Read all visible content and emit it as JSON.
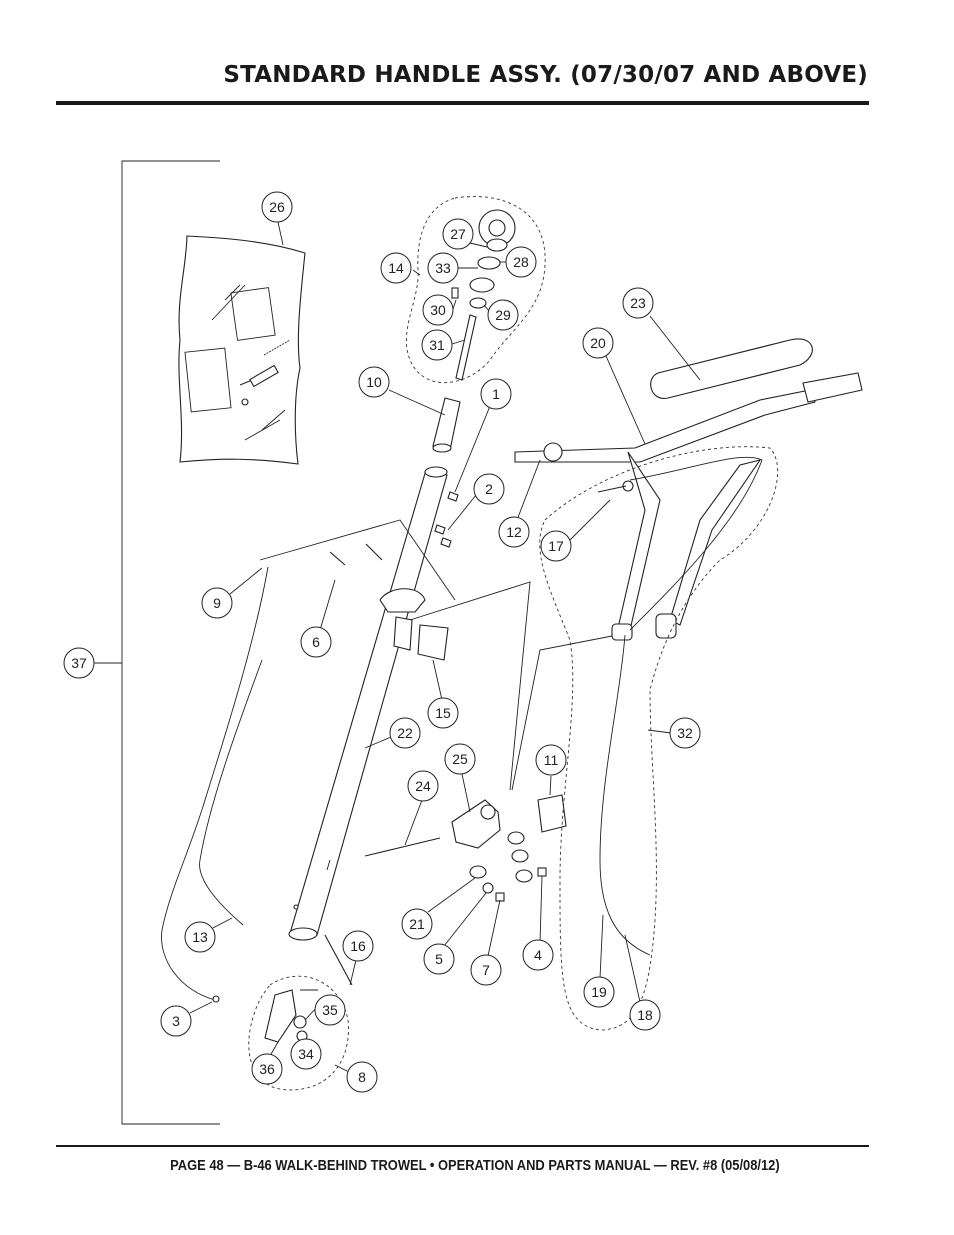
{
  "header": {
    "title": "STANDARD HANDLE ASSY. (07/30/07 AND ABOVE)"
  },
  "footer": {
    "text": "PAGE 48 — B-46 WALK-BEHIND TROWEL • OPERATION AND PARTS MANUAL — REV. #8 (05/08/12)"
  },
  "diagram": {
    "callouts": [
      "1",
      "2",
      "3",
      "4",
      "5",
      "6",
      "7",
      "8",
      "9",
      "10",
      "11",
      "12",
      "13",
      "14",
      "15",
      "16",
      "17",
      "18",
      "19",
      "20",
      "21",
      "22",
      "23",
      "24",
      "25",
      "26",
      "27",
      "28",
      "29",
      "30",
      "31",
      "32",
      "33",
      "34",
      "35",
      "36",
      "37"
    ]
  }
}
